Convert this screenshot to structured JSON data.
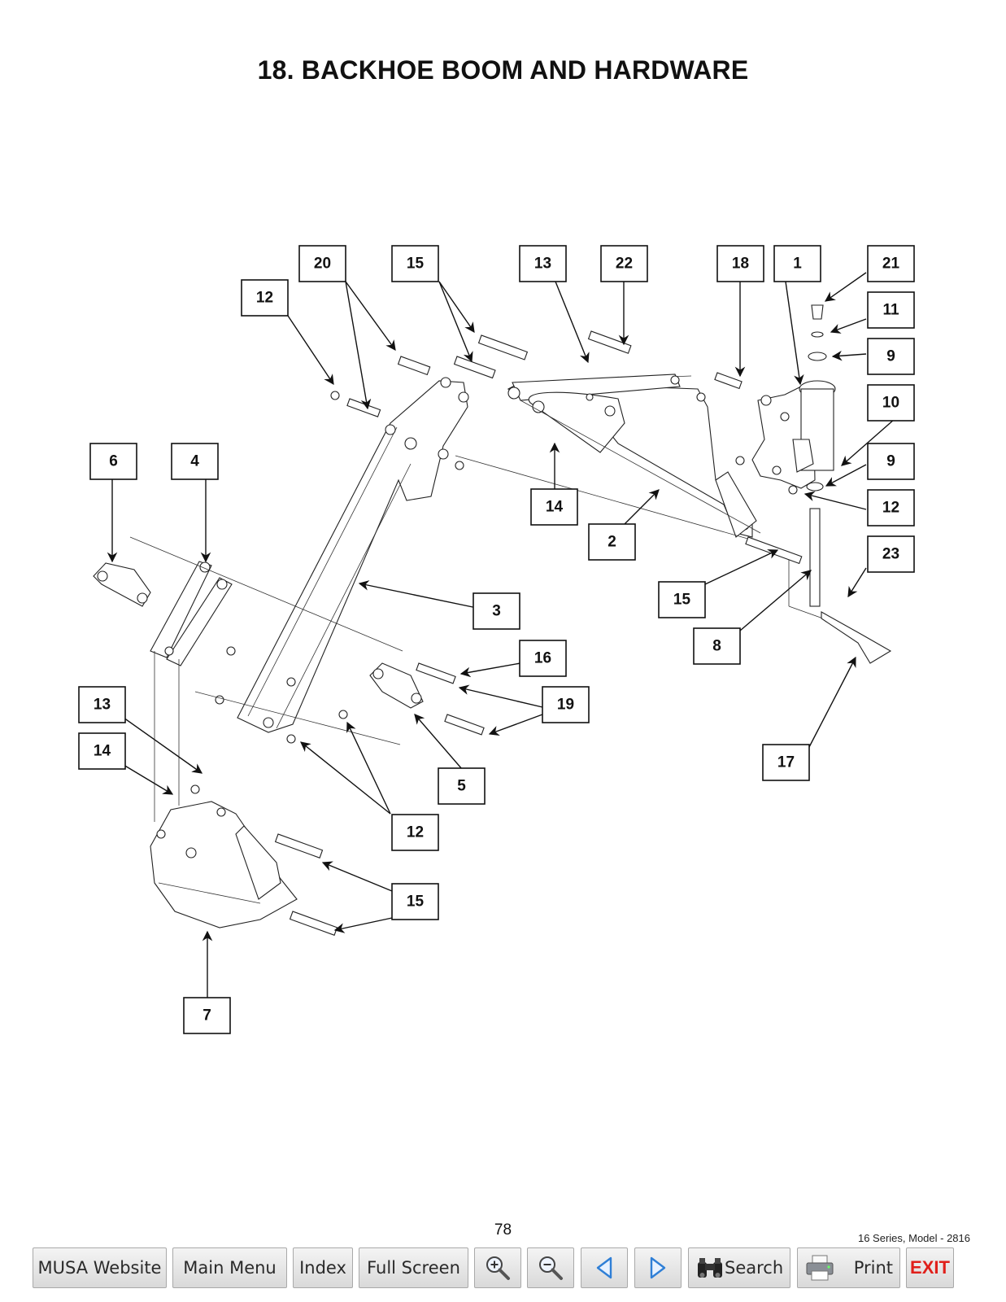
{
  "title": "18. BACKHOE BOOM AND HARDWARE",
  "page_number": "78",
  "series_label": "16 Series, Model - 2816",
  "callouts": [
    "20",
    "15",
    "13",
    "22",
    "18",
    "1",
    "21",
    "12",
    "11",
    "9",
    "10",
    "9",
    "12",
    "6",
    "4",
    "14",
    "2",
    "23",
    "3",
    "15",
    "8",
    "16",
    "19",
    "13",
    "17",
    "14",
    "5",
    "12",
    "15",
    "7"
  ],
  "toolbar": {
    "musa_website": "MUSA Website",
    "main_menu": "Main Menu",
    "index": "Index",
    "full_screen": "Full Screen",
    "zoom_in_icon": "magnifier-plus-icon",
    "zoom_out_icon": "magnifier-minus-icon",
    "prev_icon": "triangle-left-icon",
    "next_icon": "triangle-right-icon",
    "search": "Search",
    "print": "Print",
    "exit": "EXIT"
  },
  "colors": {
    "exit": "#e0201b",
    "arrow_blue": "#2f7fd6"
  }
}
